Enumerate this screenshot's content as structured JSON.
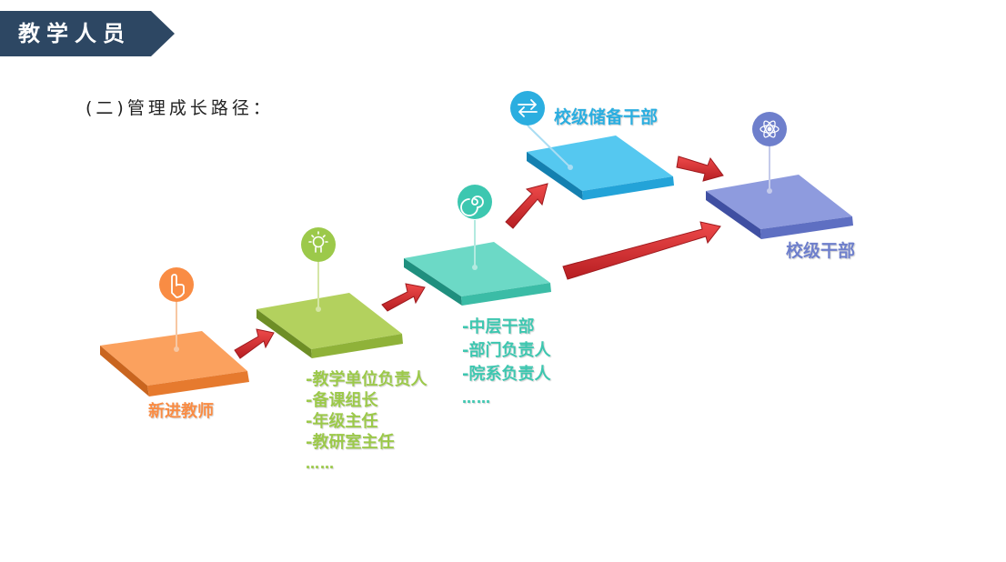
{
  "header": {
    "title": "教学人员"
  },
  "subtitle": "(二)管理成长路径：",
  "steps": [
    {
      "label": "新进教师",
      "items": [],
      "color": "#F9914A",
      "icon": "hand-pointer-icon"
    },
    {
      "label": "",
      "items": [
        "-教学单位负责人",
        "-备课组长",
        "-年级主任",
        "-教研室主任",
        "……"
      ],
      "color": "#9CC94A",
      "icon": "lightbulb-icon"
    },
    {
      "label": "",
      "items": [
        "-中层干部",
        "-部门负责人",
        "-院系负责人",
        "……"
      ],
      "color": "#4CC9B3",
      "icon": "spiral-icon"
    },
    {
      "label": "校级储备干部",
      "items": [],
      "color": "#2BAEE0",
      "icon": "swap-arrows-icon"
    },
    {
      "label": "校级干部",
      "items": [],
      "color": "#6E7FCC",
      "icon": "atom-icon"
    }
  ],
  "colors": {
    "banner": "#2D4763",
    "arrow": "#D8282C"
  }
}
